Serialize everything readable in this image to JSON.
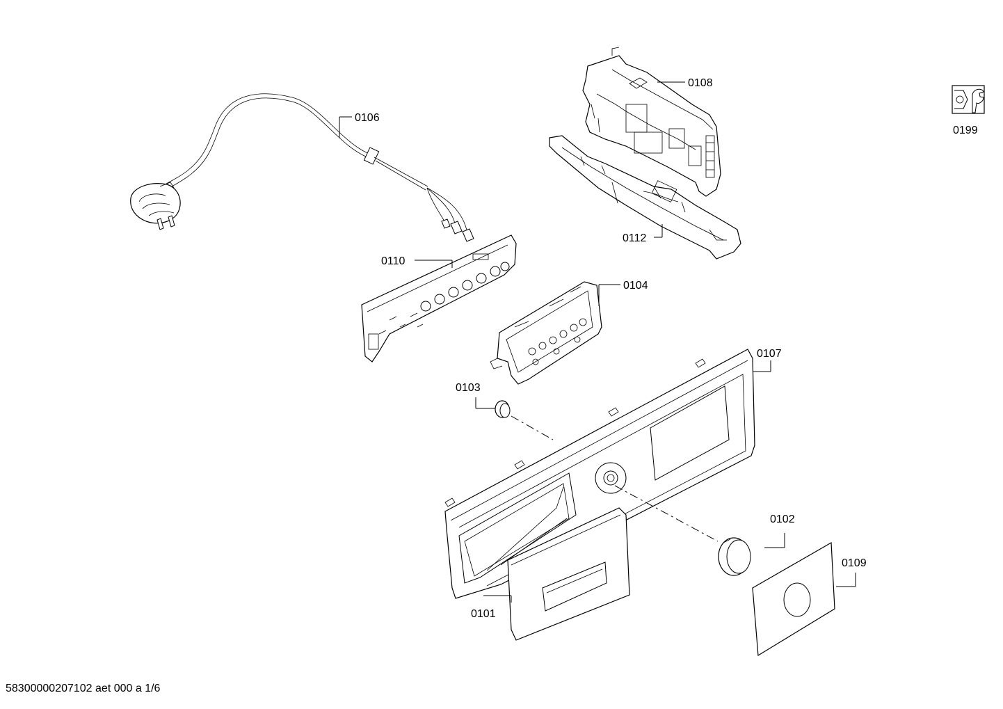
{
  "document_id": "58300000207102 aet 000 a 1/6",
  "labels": {
    "p0101": "0101",
    "p0102": "0102",
    "p0103": "0103",
    "p0104": "0104",
    "p0106": "0106",
    "p0107": "0107",
    "p0108": "0108",
    "p0109": "0109",
    "p0110": "0110",
    "p0112": "0112",
    "p0199": "0199"
  },
  "icons": {
    "service_tool": "wrench-nut-icon"
  }
}
